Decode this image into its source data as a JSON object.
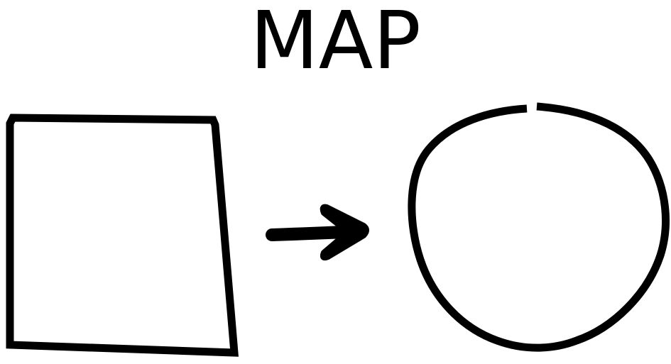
{
  "title": "MAP",
  "ink_color": "#000000",
  "background_color": "#ffffff",
  "shapes": {
    "source": "trapezoid-shape",
    "arrow": "right-arrow-icon",
    "target": "circle-shape"
  }
}
